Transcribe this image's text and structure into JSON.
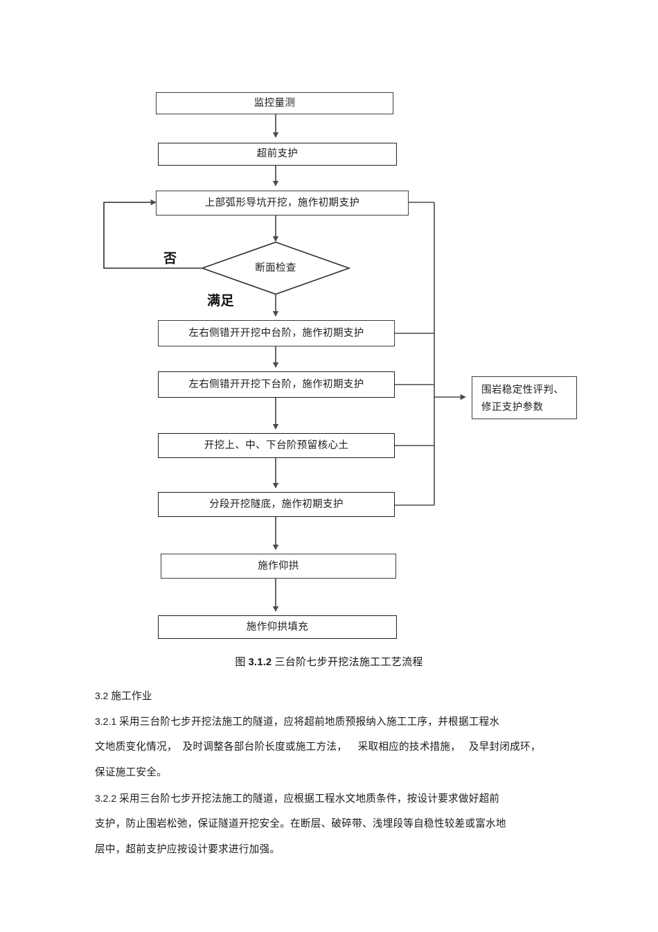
{
  "figure": {
    "caption_prefix": "图 ",
    "caption_number": "3.1.2",
    "caption_text": " 三台阶七步开挖法施工工艺流程",
    "nodes": [
      {
        "id": "monitor",
        "label": "监控量测"
      },
      {
        "id": "advance",
        "label": "超前支护"
      },
      {
        "id": "upper-arch",
        "label": "上部弧形导坑开挖，施作初期支护"
      },
      {
        "id": "middle-bench",
        "label": "左右侧错开开挖中台阶，施作初期支护"
      },
      {
        "id": "lower-bench",
        "label": "左右侧错开开挖下台阶，施作初期支护"
      },
      {
        "id": "core-soil",
        "label": "开挖上、中、下台阶预留核心土"
      },
      {
        "id": "tunnel-floor",
        "label": "分段开挖隧底，施作初期支护"
      },
      {
        "id": "invert",
        "label": "施作仰拱"
      },
      {
        "id": "invert-fill",
        "label": "施作仰拱填充"
      }
    ],
    "decision": {
      "id": "section-check",
      "label": "断面检查"
    },
    "branch_labels": {
      "no": "否",
      "yes": "满足"
    },
    "side_node": {
      "id": "rock-evaluation",
      "line1": "围岩稳定性评判、",
      "line2": "修正支护参数"
    },
    "colors": {
      "box_border": "#3d3d3d",
      "box_border_thick": "#1e1e1e",
      "connector": "#4a4a4a",
      "text": "#1a1a1a",
      "background": "#ffffff"
    }
  },
  "document": {
    "section_heading": {
      "number": "3.2",
      "title": " 施工作业"
    },
    "paragraphs": [
      {
        "number": "3.2.1",
        "lines": [
          " 采用三台阶七步开挖法施工的隧道，应将超前地质预报纳入施工工序，并根据工程水",
          "文地质变化情况，  及时调整各部台阶长度或施工方法，    采取相应的技术措施，   及早封闭成环，",
          "保证施工安全。"
        ]
      },
      {
        "number": "3.2.2",
        "lines": [
          " 采用三台阶七步开挖法施工的隧道，应根据工程水文地质条件，按设计要求做好超前",
          "支护，防止围岩松弛，保证隧道开挖安全。在断层、破碎带、浅埋段等自稳性较差或富水地",
          "层中，超前支护应按设计要求进行加强。"
        ]
      }
    ]
  }
}
